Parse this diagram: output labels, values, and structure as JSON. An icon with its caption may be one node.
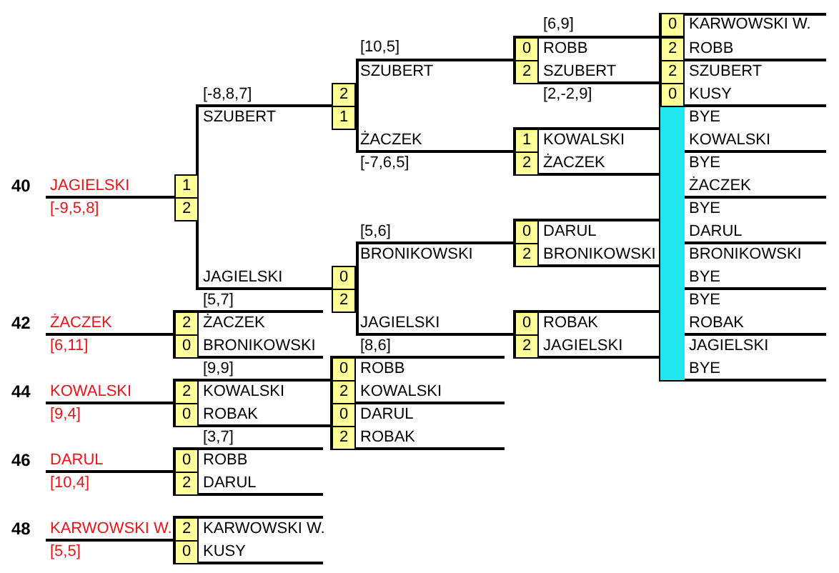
{
  "diagram": {
    "nodes": [
      {
        "text": [],
        "shape": "box"
      },
      {
        "text": [],
        "shape": "box"
      },
      {
        "text": [],
        "shape": "box"
      },
      {
        "text": [],
        "shape": "box"
      },
      {
        "text": [],
        "shape": "box"
      },
      {
        "text": [],
        "shape": "box"
      },
      {
        "text": [],
        "shape": "box"
      },
      {
        "text": [],
        "shape": "box"
      },
      {
        "text": [],
        "shape": "box"
      },
      {
        "text": [],
        "shape": "box"
      },
      {
        "text": [],
        "shape": "box"
      },
      {
        "text": [],
        "shape": "box"
      }
    ],
    "labels": [
      "[6,9]",
      "0",
      "KARWOWSKI W.",
      "[10,5]",
      "0",
      "ROBB",
      "2",
      "ROBB",
      "SZUBERT",
      "2",
      "SZUBERT",
      "2",
      "SZUBERT",
      "[-8,8,7]",
      "2",
      "[2,-2,9]",
      "0",
      "KUSY",
      "SZUBERT",
      "1",
      "BYE",
      "ŻACZEK",
      "1",
      "KOWALSKI",
      "KOWALSKI",
      "[-7,6,5]",
      "2",
      "ŻACZEK",
      "BYE",
      "40",
      "JAGIELSKI",
      "1",
      "ŻACZEK",
      "[-9,5,8]",
      "2",
      "BYE",
      "[5,6]",
      "0",
      "DARUL",
      "DARUL",
      "BRONIKOWSKI",
      "2",
      "BRONIKOWSKI",
      "BRONIKOWSKI",
      "JAGIELSKI",
      "0",
      "BYE",
      "[5,7]",
      "2",
      "BYE",
      "42",
      "ŻACZEK",
      "2",
      "ŻACZEK",
      "JAGIELSKI",
      "0",
      "ROBAK",
      "ROBAK",
      "[6,11]",
      "0",
      "BRONIKOWSKI",
      "[8,6]",
      "2",
      "JAGIELSKI",
      "JAGIELSKI",
      "[9,9]",
      "0",
      "ROBB",
      "BYE",
      "44",
      "KOWALSKI",
      "2",
      "KOWALSKI",
      "2",
      "KOWALSKI",
      "[9,4]",
      "0",
      "ROBAK",
      "0",
      "DARUL",
      "[3,7]",
      "2",
      "ROBAK",
      "46",
      "DARUL",
      "0",
      "ROBB",
      "[10,4]",
      "2",
      "DARUL",
      "48",
      "KARWOWSKI W.",
      "2",
      "KARWOWSKI W.",
      "[5,5]",
      "0",
      "KUSY"
    ]
  }
}
